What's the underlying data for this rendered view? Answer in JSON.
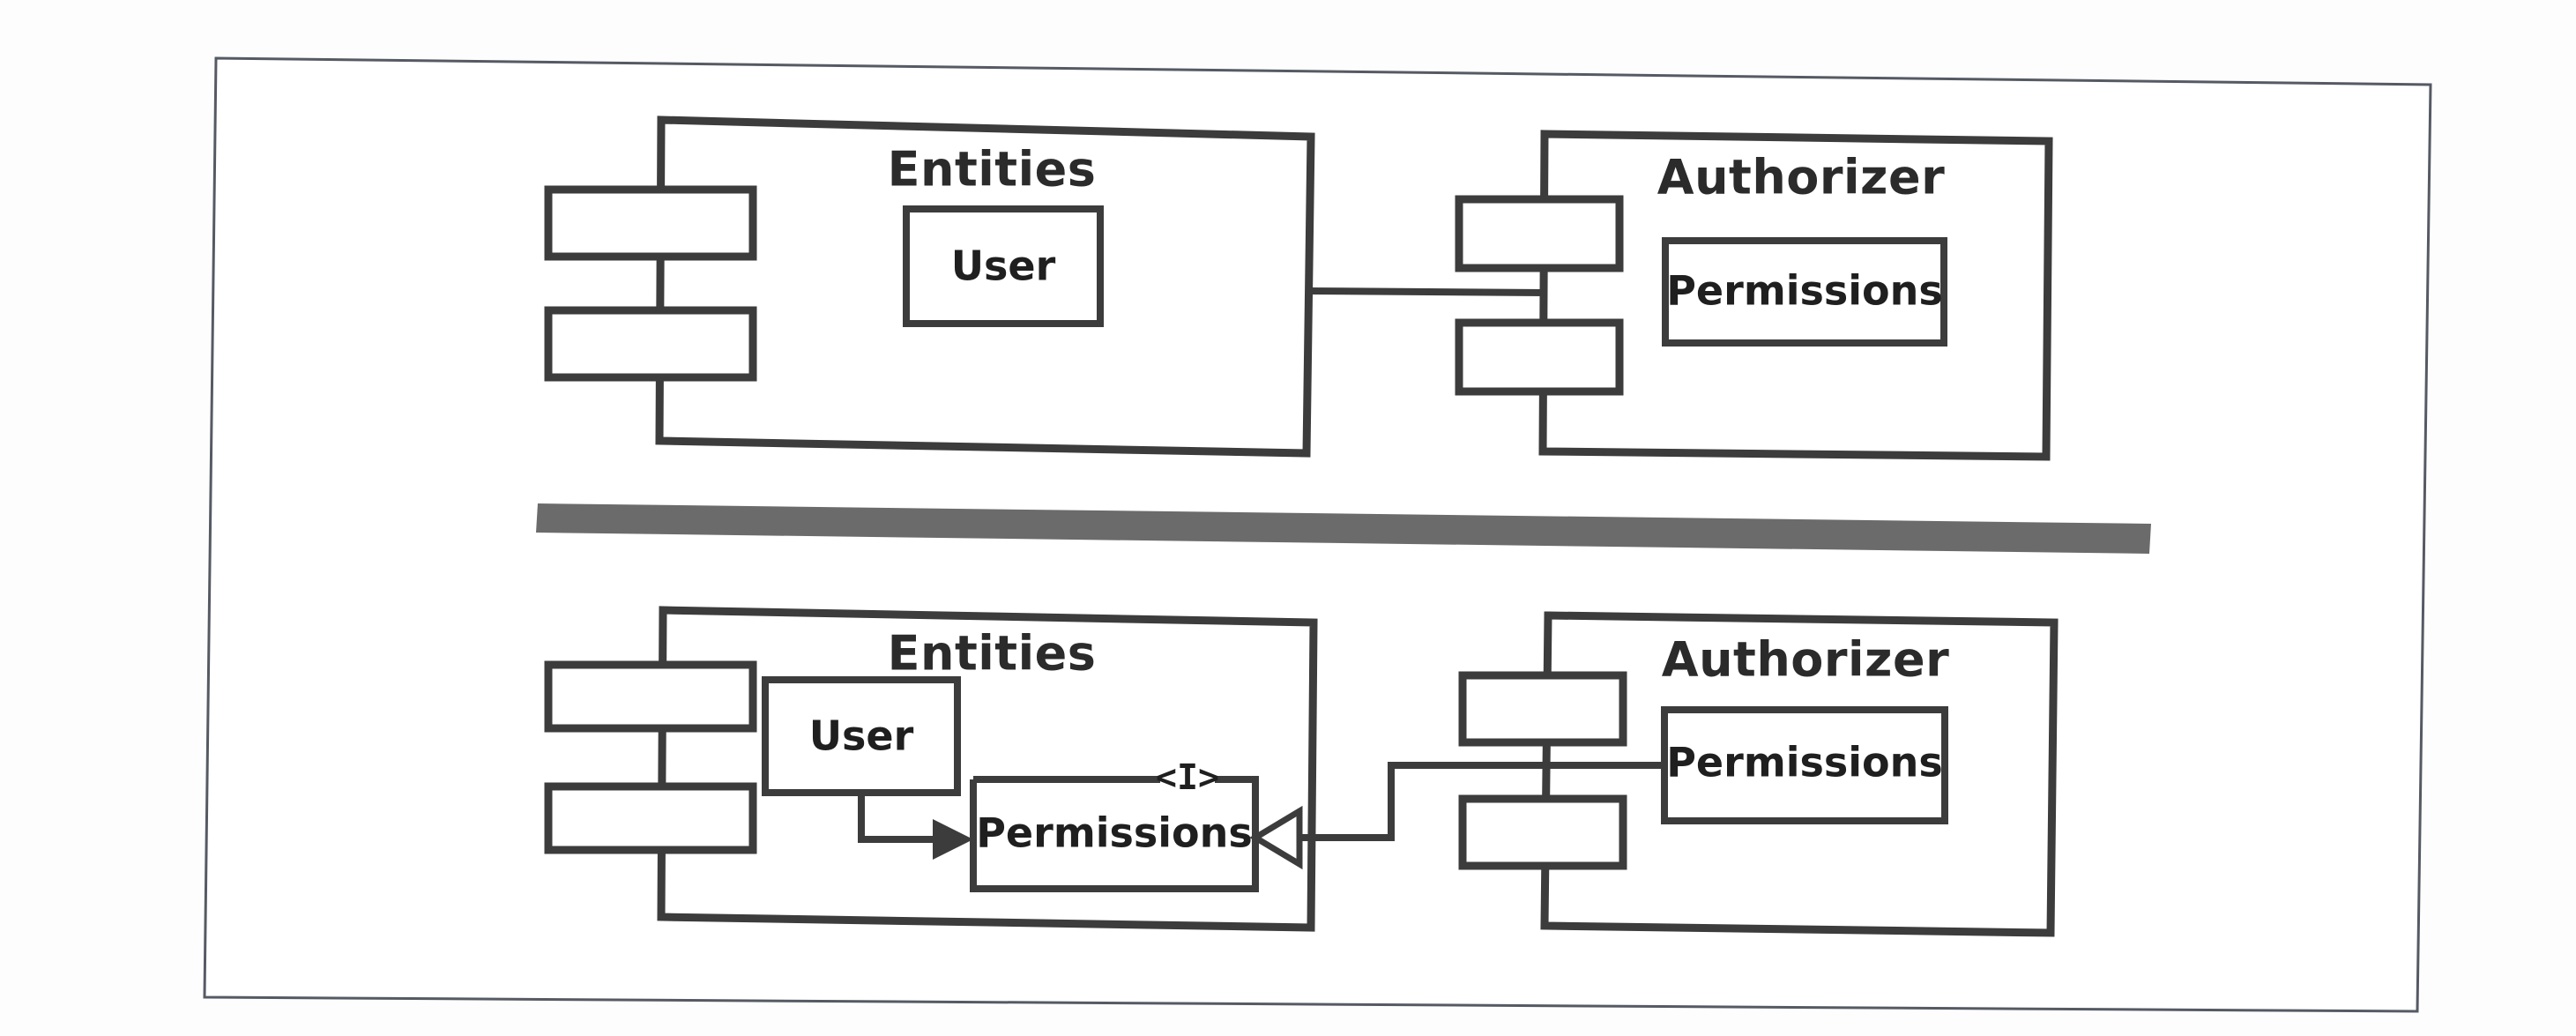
{
  "figure": {
    "kind": "uml-component-diagram",
    "title": "Entities and Authorizer components (before and after)",
    "background_color": "#ffffff",
    "line_color": "#3c3c3c",
    "frame_color": "#555a63",
    "separator_color": "#6b6b6b"
  },
  "separator": {
    "name": "horizontal-divider-bar",
    "color": "#6b6b6b"
  },
  "panels": [
    {
      "id": "top",
      "name": "before-variant",
      "components": [
        {
          "id": "top-entities",
          "title": "Entities",
          "tabs": 2,
          "classes": [
            {
              "id": "top-entities-user",
              "label": "User",
              "interface_marker": ""
            }
          ]
        },
        {
          "id": "top-authorizer",
          "title": "Authorizer",
          "tabs": 2,
          "classes": [
            {
              "id": "top-authorizer-permissions",
              "label": "Permissions",
              "interface_marker": ""
            }
          ]
        }
      ],
      "connectors": [
        {
          "id": "top-entities-to-authorizer",
          "name": "assembly-connector",
          "from": "top-entities",
          "to": "top-authorizer",
          "arrowhead": "none"
        }
      ]
    },
    {
      "id": "bottom",
      "name": "after-variant",
      "components": [
        {
          "id": "bottom-entities",
          "title": "Entities",
          "tabs": 2,
          "classes": [
            {
              "id": "bottom-entities-user",
              "label": "User",
              "interface_marker": ""
            },
            {
              "id": "bottom-entities-permissions",
              "label": "Permissions",
              "interface_marker": "<I>"
            }
          ]
        },
        {
          "id": "bottom-authorizer",
          "title": "Authorizer",
          "tabs": 2,
          "classes": [
            {
              "id": "bottom-authorizer-permissions",
              "label": "Permissions",
              "interface_marker": ""
            }
          ]
        }
      ],
      "connectors": [
        {
          "id": "user-uses-permissions",
          "name": "dependency-arrow",
          "from": "bottom-entities-user",
          "to": "bottom-entities-permissions",
          "arrowhead": "solid"
        },
        {
          "id": "authorizer-permissions-realizes-interface",
          "name": "realization-arrow",
          "from": "bottom-authorizer-permissions",
          "to": "bottom-entities-permissions",
          "arrowhead": "hollow-triangle"
        }
      ]
    }
  ],
  "labels": {
    "entities": "Entities",
    "authorizer": "Authorizer",
    "user": "User",
    "permissions": "Permissions",
    "interface_marker": "<I>"
  }
}
